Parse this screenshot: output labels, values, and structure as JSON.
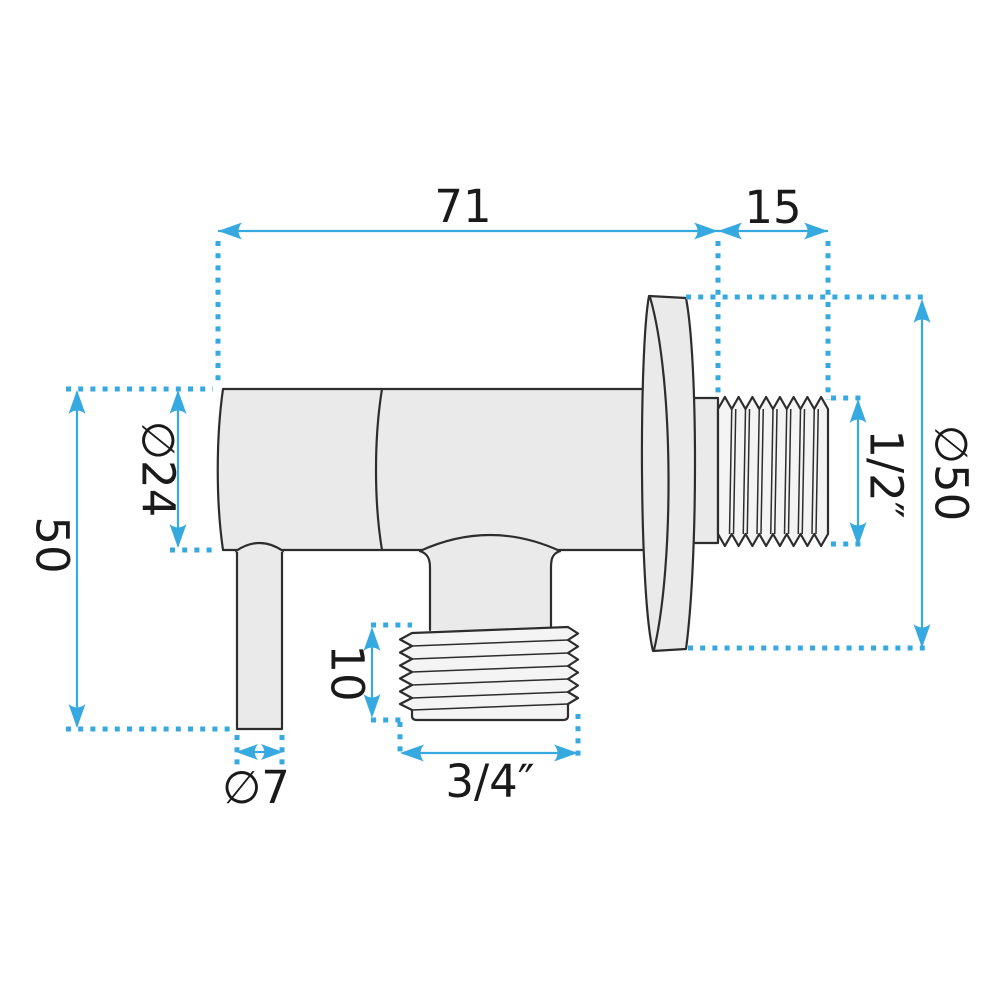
{
  "colors": {
    "dimension_accent": "#36A9E1",
    "part_outline": "#2D2D2D",
    "part_fill": "#EAEAEA",
    "thread_fill": "#F4F4F4",
    "label_text": "#1A1A1A",
    "background": "#FFFFFF"
  },
  "labels": {
    "top_length": "71",
    "top_thread_length": "15",
    "body_diameter": "∅24",
    "left_height": "50",
    "handle_diameter": "∅7",
    "bottom_thread_height": "10",
    "bottom_thread_size": "3/4″",
    "right_thread_size": "1/2″",
    "flange_diameter": "∅50"
  }
}
